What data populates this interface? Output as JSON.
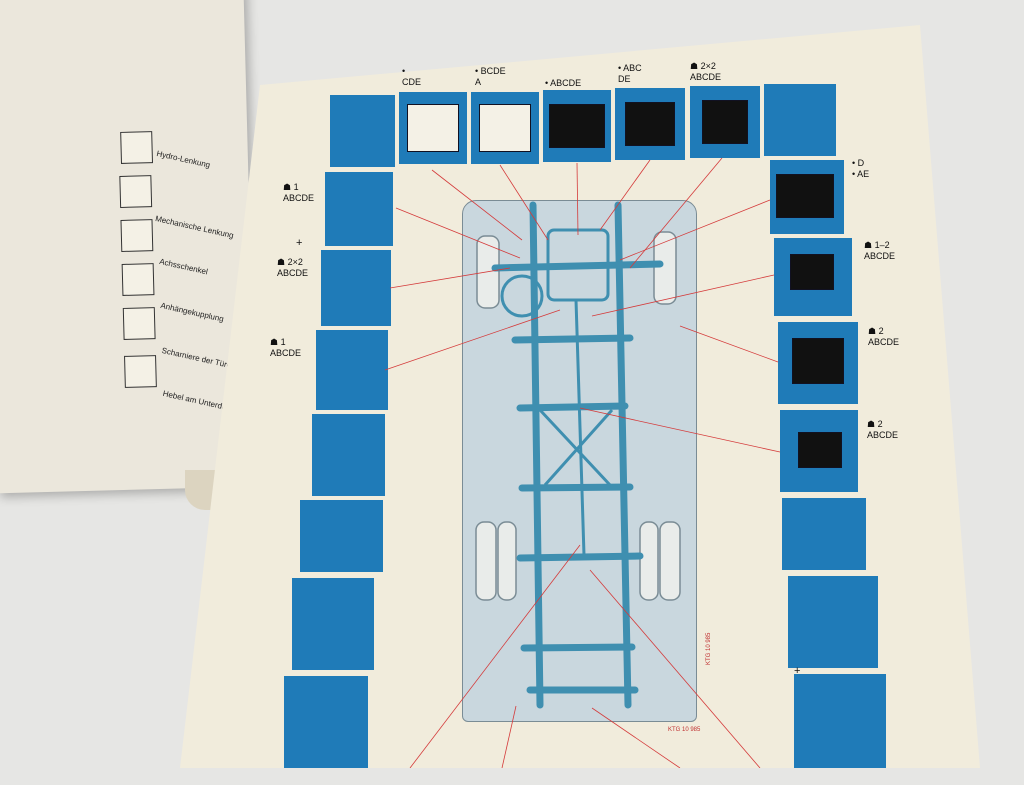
{
  "legend": [
    {
      "label": "Hydro-Lenkung",
      "icon": "hydro-steering-icon"
    },
    {
      "label": "Mechanische Lenkung",
      "icon": "mechanical-steering-icon"
    },
    {
      "label": "Achsschenkel",
      "icon": "steering-knuckle-icon"
    },
    {
      "label": "Anhängekupplung",
      "icon": "trailer-coupling-icon"
    },
    {
      "label": "Scharniere der Türen",
      "icon": "door-hinge-icon"
    },
    {
      "label": "Hebel am Unterdruck-Bremservo",
      "icon": "lever-icon"
    }
  ],
  "top_labels": [
    {
      "icon_glyph": "•",
      "lines": [
        "CDE"
      ]
    },
    {
      "icon_glyph": "•",
      "lines": [
        "BCDE",
        "A"
      ]
    },
    {
      "icon_glyph": "•",
      "lines": [
        "ABCDE"
      ]
    },
    {
      "icon_glyph": "•",
      "lines": [
        "ABC",
        "DE"
      ]
    },
    {
      "icon_glyph": "☗",
      "lines": [
        "2×2",
        "ABCDE"
      ]
    }
  ],
  "left_labels": [
    {
      "lines": [
        "1",
        "ABCDE"
      ]
    },
    {
      "lines": [
        "2×2",
        "ABCDE"
      ]
    },
    {
      "lines": [
        "1",
        "ABCDE"
      ]
    }
  ],
  "right_labels": [
    {
      "lines": [
        "D",
        "AE"
      ]
    },
    {
      "lines": [
        "1–2",
        "ABCDE"
      ]
    },
    {
      "lines": [
        "2",
        "ABCDE"
      ]
    },
    {
      "lines": [
        "2",
        "ABCDE"
      ]
    }
  ],
  "drawing_code": "KTG 10 985",
  "plus_sign": "+",
  "colors": {
    "tile_blue": "#1f7bb8",
    "paper": "#f1ecdc",
    "chassis": "#3f8fb0",
    "leader_red": "#d43b3b"
  }
}
